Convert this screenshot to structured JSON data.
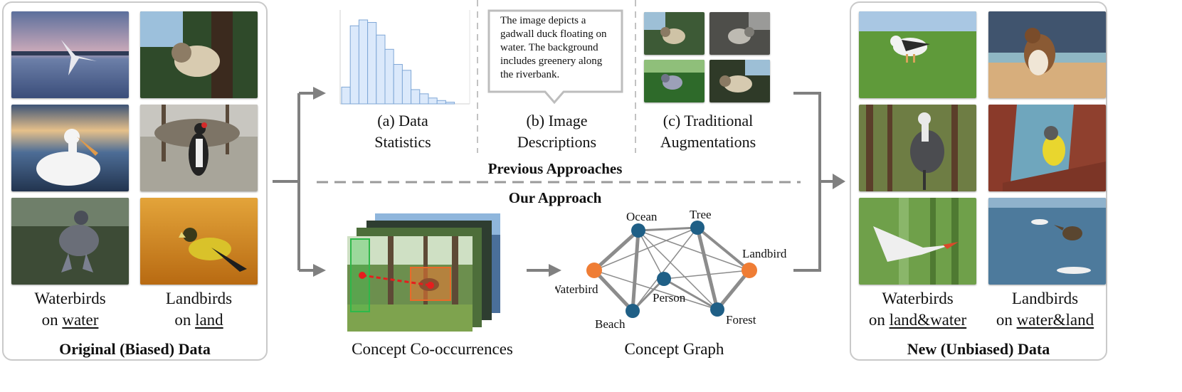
{
  "left_panel": {
    "waterbirds_line1": "Waterbirds",
    "waterbirds_on": "on ",
    "waterbirds_bg": "water",
    "landbirds_line1": "Landbirds",
    "landbirds_on": "on ",
    "landbirds_bg": "land",
    "title": "Original (Biased) Data"
  },
  "right_panel": {
    "waterbirds_line1": "Waterbirds",
    "waterbirds_on": "on ",
    "waterbirds_bg": "land&water",
    "landbirds_line1": "Landbirds",
    "landbirds_on": "on ",
    "landbirds_bg": "water&land",
    "title": "New (Unbiased) Data"
  },
  "previous": {
    "a_line1": "(a) Data",
    "a_line2": "Statistics",
    "b_line1": "(b) Image",
    "b_line2": "Descriptions",
    "c_line1": "(c) Traditional",
    "c_line2": "Augmentations",
    "description_lines": [
      "The image depicts a",
      "gadwall duck floating on",
      "water. The background",
      "includes greenery along",
      "the riverbank."
    ],
    "title": "Previous Approaches",
    "histogram_values": [
      0.2,
      0.93,
      1.0,
      0.97,
      0.82,
      0.65,
      0.47,
      0.4,
      0.17,
      0.12,
      0.07,
      0.04,
      0.02
    ]
  },
  "ours": {
    "title": "Our Approach",
    "cooccurrence_label": "Concept Co-occurrences",
    "graph_label": "Concept Graph",
    "nodes": [
      "Ocean",
      "Tree",
      "Landbird",
      "Waterbird",
      "Person",
      "Beach",
      "Forest"
    ]
  },
  "colors": {
    "node_blue": "#1f5f86",
    "node_orange": "#ef7d35",
    "arrow_gray": "#808080",
    "bar_fill": "#dbe9fb",
    "bar_stroke": "#7fa7d6"
  }
}
